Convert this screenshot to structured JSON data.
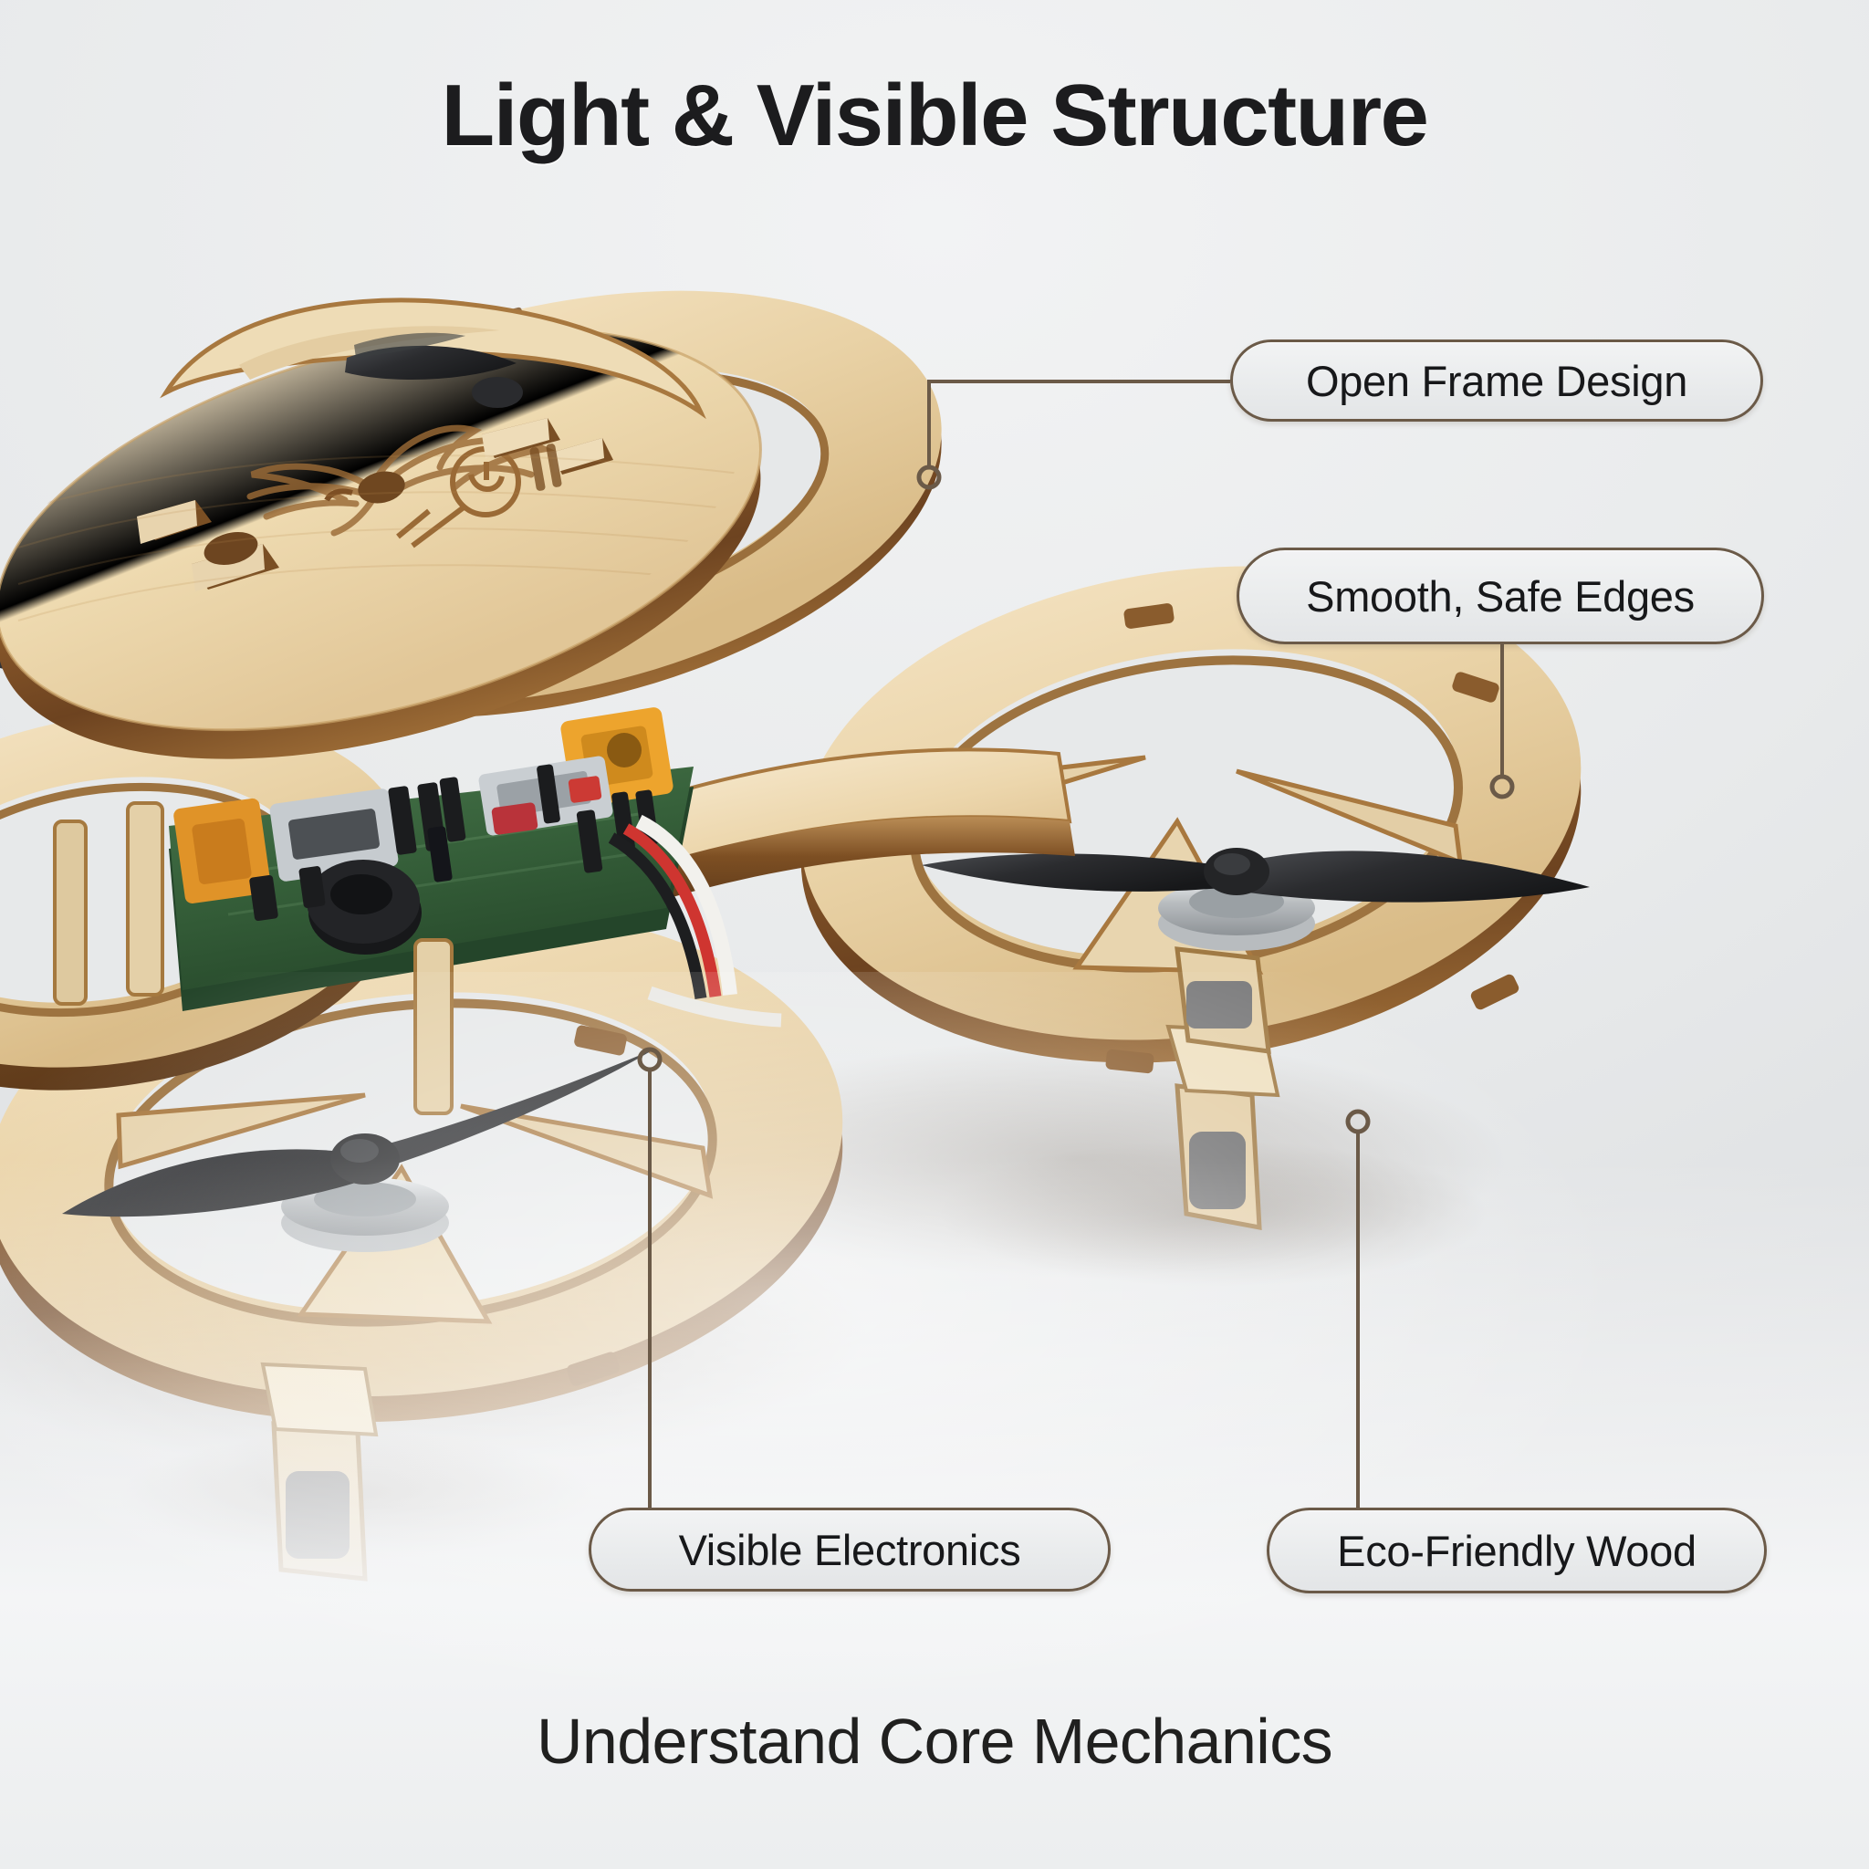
{
  "page": {
    "headline": "Light & Visible Structure",
    "caption": "Understand Core Mechanics",
    "background_color": "#e9ebec",
    "text_color": "#1c1c1e",
    "accent_color": "#6b5a48"
  },
  "callouts": [
    {
      "id": "open-frame",
      "label": "Open Frame Design",
      "position": "top-right"
    },
    {
      "id": "smooth-edges",
      "label": "Smooth, Safe Edges",
      "position": "mid-right"
    },
    {
      "id": "visible-electronics",
      "label": "Visible Electronics",
      "position": "bottom-left"
    },
    {
      "id": "eco-wood",
      "label": "Eco-Friendly Wood",
      "position": "bottom-right"
    }
  ],
  "subject": {
    "name": "wooden-quadcopter-drone",
    "material_colors": {
      "plywood_light": "#efdcb8",
      "plywood_mid": "#e0c394",
      "plywood_edge_burn": "#8a5b2c",
      "plywood_shadow": "#b8915f",
      "pcb_green": "#2f5a31",
      "propeller_black": "#2c2d2f",
      "motor_silver": "#cfd2d4",
      "connector_orange": "#e2922a",
      "wire_red": "#c6302b",
      "wire_white": "#f1f1ee"
    },
    "engraving": "eagle-emblem",
    "rotor_count": 4
  }
}
